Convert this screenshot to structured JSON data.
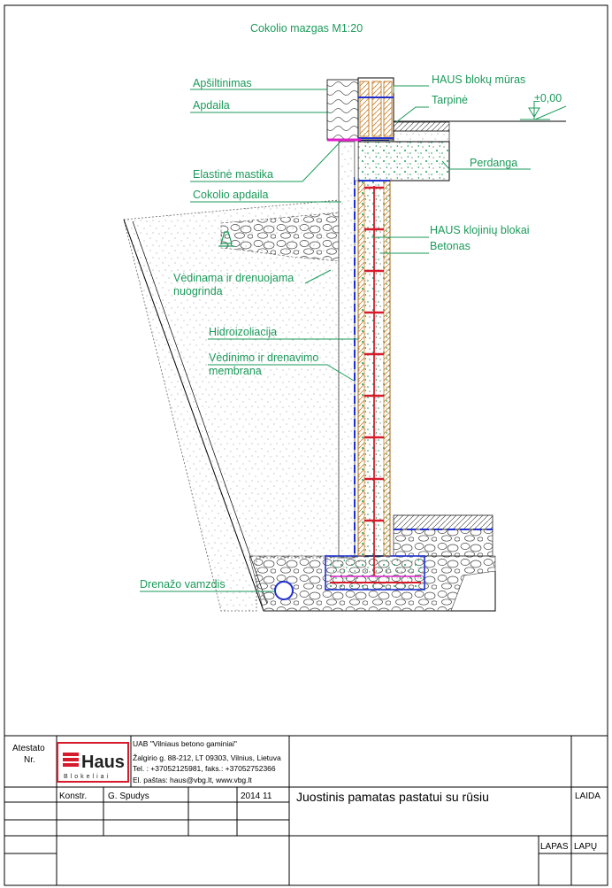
{
  "drawing": {
    "title": "Cokolio mazgas M1:20",
    "level_mark": "±0,00",
    "labels": {
      "apsiltinimas": "Apšiltinimas",
      "apdaila": "Apdaila",
      "haus_muras": "HAUS blokų mūras",
      "tarpine": "Tarpinė",
      "elastine_mastika": "Elastinė mastika",
      "cokolio_apdaila": "Cokolio apdaila",
      "perdanga": "Perdanga",
      "klojiniu_blokai": "HAUS klojinių blokai",
      "betonas": "Betonas",
      "nuogrinda_1": "Vėdinama ir drenuojama",
      "nuogrinda_2": "nuogrinda",
      "hidroizoliacija": "Hidroizoliacija",
      "membrana_1": "Vėdinimo ir drenavimo",
      "membrana_2": "membrana",
      "drenazo_vamzdis": "Drenažo vamzdis"
    }
  },
  "colors": {
    "label": "#1a9a5a",
    "hydro": "#1f2fd0",
    "rebar": "#d61b2c",
    "concrete_dot": "#1aa35a",
    "brick": "#c9822d",
    "elastic": "#e020c8",
    "logo_red": "#d61b2c"
  },
  "title_block": {
    "atestato": "Atestato",
    "nr": "Nr.",
    "logo_text": "Haus",
    "logo_sub": "Blokeliai",
    "company": {
      "name": "UAB \"Vilniaus betono gaminiai\"",
      "address": "Žalgirio g. 88-212, LT 09303, Vilnius, Lietuva",
      "phone": "Tel. : +37052125981, faks.: +37052752366",
      "email": "El. paštas: haus@vbg.lt, www.vbg.lt"
    },
    "konstr": "Konstr.",
    "author": "G. Spudys",
    "date": "2014 11",
    "title": "Juostinis pamatas pastatui su rūsiu",
    "laida": "LAIDA",
    "lapas": "LAPAS",
    "lapu": "LAPŲ"
  }
}
